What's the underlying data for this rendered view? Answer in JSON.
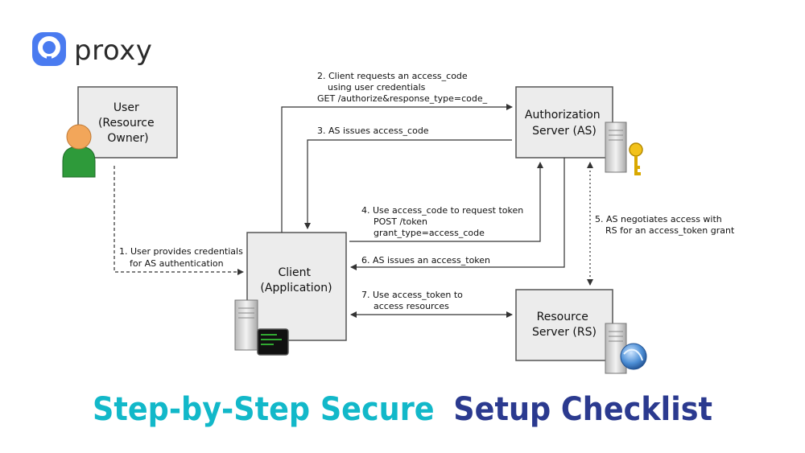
{
  "brand": {
    "name": "proxy"
  },
  "diagram": {
    "nodes": {
      "user": [
        "User",
        "(Resource",
        "Owner)"
      ],
      "auth_server": [
        "Authorization",
        "Server (AS)"
      ],
      "client": [
        "Client",
        "(Application)"
      ],
      "resource_server": [
        "Resource",
        "Server (RS)"
      ]
    },
    "steps": {
      "step1": [
        "1. User provides credentials",
        "for AS authentication"
      ],
      "step2": [
        "2. Client requests an access_code",
        "using user credentials",
        "GET /authorize&response_type=code_"
      ],
      "step3": [
        "3. AS issues access_code"
      ],
      "step4": [
        "4. Use access_code to request token",
        "POST /token",
        "grant_type=access_code"
      ],
      "step5": [
        "5. AS negotiates access with",
        "RS for an access_token grant"
      ],
      "step6": [
        "6. AS issues an access_token"
      ],
      "step7": [
        "7. Use access_token to",
        "access resources"
      ]
    }
  },
  "headline": {
    "part1": "Step-by-Step Secure",
    "part2": "Setup Checklist"
  },
  "colors": {
    "brand_blue": "#4a7bf0",
    "headline_teal": "#12b8c9",
    "headline_navy": "#2b3a8f",
    "box_fill": "#ececec",
    "box_stroke": "#555555"
  }
}
